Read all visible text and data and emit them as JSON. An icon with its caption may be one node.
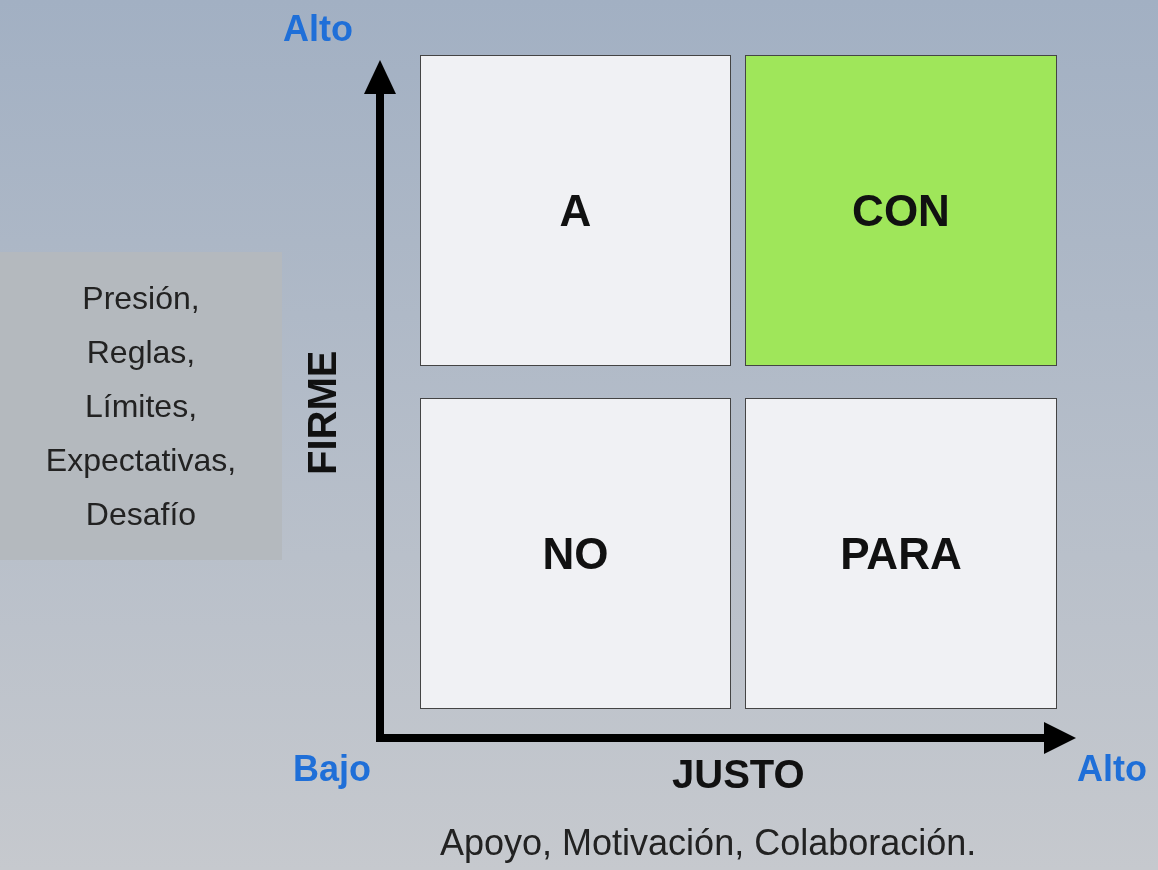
{
  "diagram": {
    "nodes": [
      {
        "text": [
          "A"
        ]
      },
      {
        "text": [
          "CON"
        ]
      },
      {
        "text": [
          "Presión, Reglas, Límites, Expectativas, Desafío"
        ]
      },
      {
        "text": [
          "NO"
        ]
      },
      {
        "text": [
          "PARA"
        ]
      }
    ],
    "labels": [
      "Alto",
      "FIRME",
      "Bajo",
      "JUSTO",
      "Alto",
      "Apoyo, Motivación, Colaboración."
    ]
  }
}
